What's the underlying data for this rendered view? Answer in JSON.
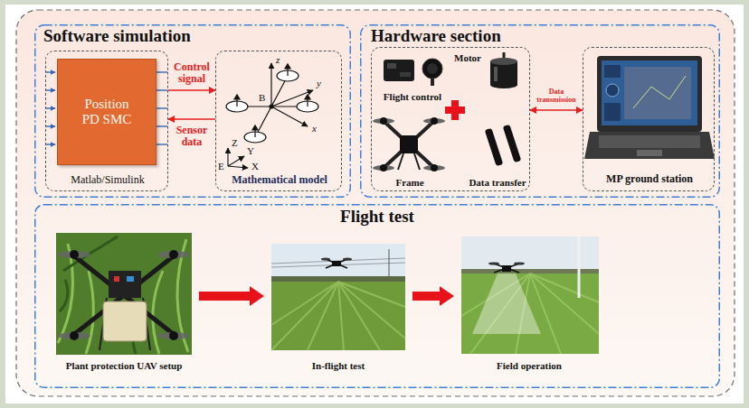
{
  "diagram": {
    "nodes": [
      {
        "text": [
          "Software simulation"
        ]
      },
      {
        "text": [
          "Matlab/Simulink"
        ],
        "in": 0
      },
      {
        "text": [
          "Position PD SMC"
        ],
        "in": 1
      },
      {
        "text": [
          "Mathematical model"
        ],
        "in": 0
      },
      {
        "text": [
          "Hardware section"
        ]
      },
      {
        "text": [
          "Flight control",
          "Motor",
          "Frame",
          "Data transfer"
        ],
        "in": 4
      },
      {
        "text": [
          "MP ground station"
        ],
        "in": 4
      },
      {
        "text": [
          "Flight test"
        ]
      },
      {
        "text": [
          "Plant protection UAV setup"
        ],
        "in": 7
      },
      {
        "text": [
          "In-flight test"
        ],
        "in": 7
      },
      {
        "text": [
          "Field operation"
        ],
        "in": 7
      }
    ],
    "edges": [
      {
        "from": 1,
        "to": 3,
        "label": "Control signal",
        "arrow": "to"
      },
      {
        "from": 3,
        "to": 1,
        "label": "Sensor data",
        "arrow": "to"
      },
      {
        "from": 5,
        "to": 6,
        "label": "Data transmission",
        "arrow": "both"
      },
      {
        "from": 8,
        "to": 9,
        "arrow": "to"
      },
      {
        "from": 9,
        "to": 10,
        "arrow": "to"
      }
    ],
    "labels": [
      "z",
      "y",
      "x",
      "B",
      "Z",
      "Y",
      "X",
      "E"
    ]
  }
}
